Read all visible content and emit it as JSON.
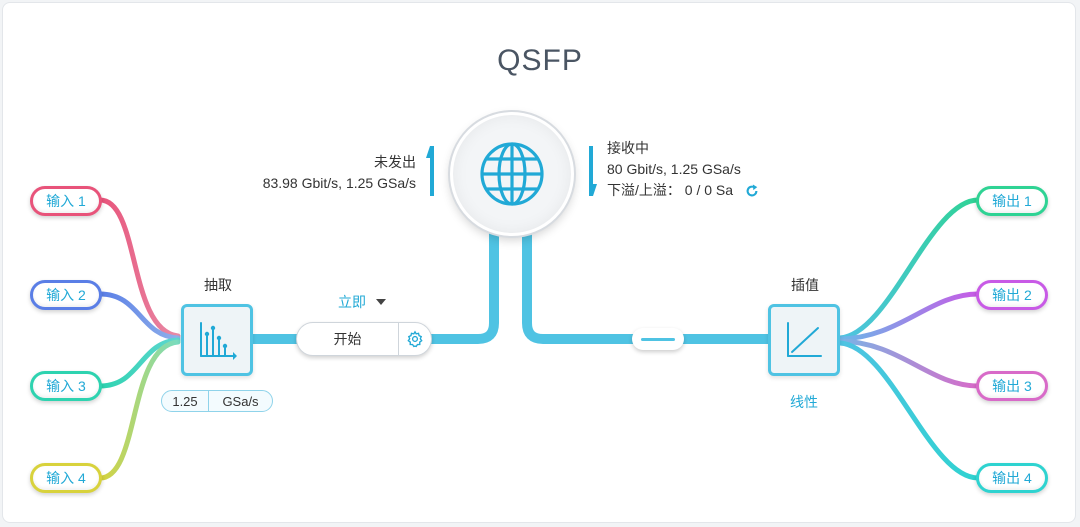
{
  "title": "QSFP",
  "inputs": [
    "输入 1",
    "输入 2",
    "输入 3",
    "输入 4"
  ],
  "outputs": [
    "输出 1",
    "输出 2",
    "输出 3",
    "输出 4"
  ],
  "decimation": {
    "label": "抽取",
    "rate_value": "1.25",
    "rate_unit": "GSa/s",
    "icon": "decimation-chart-icon"
  },
  "interpolation": {
    "label": "插值",
    "mode": "线性",
    "icon": "interpolation-chart-icon"
  },
  "transmit": {
    "status": "未发出",
    "rate": "83.98 Gbit/s, 1.25 GSa/s",
    "icon": "arrow-up-icon"
  },
  "receive": {
    "status": "接收中",
    "rate": "80 Gbit/s, 1.25 GSa/s",
    "overflow": "下溢/上溢： 0 / 0 Sa",
    "icon": "arrow-down-icon"
  },
  "trigger": {
    "mode": "立即",
    "start_label": "开始"
  },
  "network_icon": "globe-icon",
  "colors": {
    "accent": "#21a9d6",
    "pipe": "#4fc3e3",
    "in1": "#e8537a",
    "in2": "#5a7ee6",
    "in3": "#2ed3b0",
    "in4": "#d8d23c",
    "out1": "#2fd394",
    "out2": "#c85ae6",
    "out3": "#d86ac8",
    "out4": "#2ed3d0"
  }
}
